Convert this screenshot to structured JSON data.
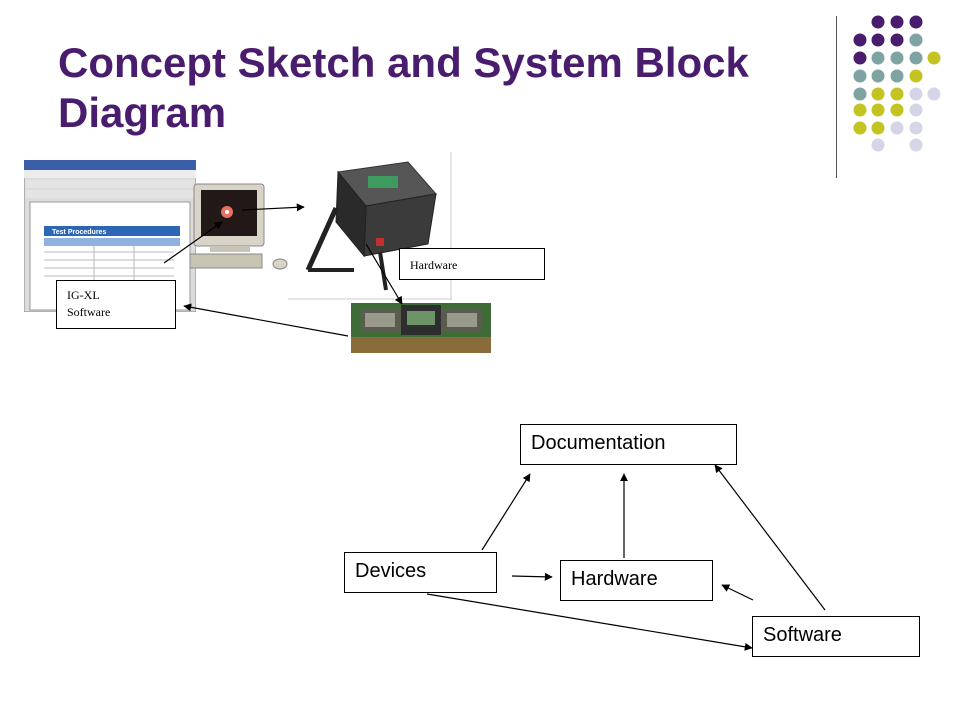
{
  "slide": {
    "title": "Concept Sketch and System Block Diagram"
  },
  "palette": {
    "title_color": "#4a1c6e",
    "dot_purple": "#4a1c6e",
    "dot_teal": "#7fa3a3",
    "dot_olive": "#c3c322",
    "dot_lavender": "#d5d5e8"
  },
  "sketch": {
    "software_label": "IG-XL Software",
    "hardware_label": "Hardware",
    "screen_header": "Test Procedures"
  },
  "block_diagram": {
    "documentation": "Documentation",
    "devices": "Devices",
    "hardware": "Hardware",
    "software": "Software"
  }
}
